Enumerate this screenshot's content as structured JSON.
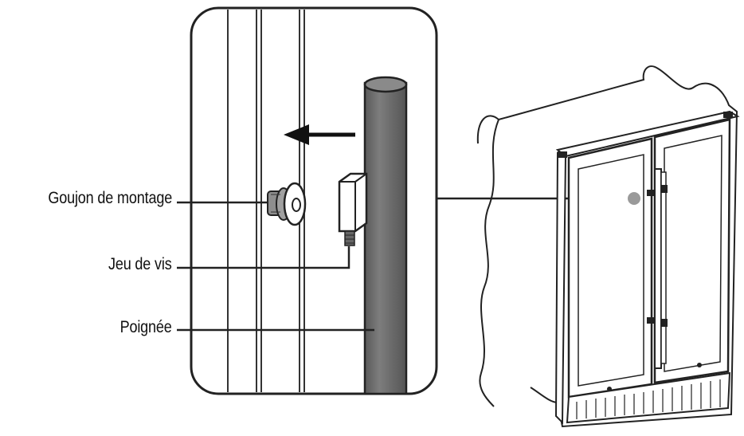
{
  "callouts": {
    "goujon": "Goujon de montage",
    "vis": "Jeu de vis",
    "poignee": "Poignée"
  },
  "colors": {
    "outline": "#222222",
    "handle_fill": "#6f6f6f",
    "pin_fill": "#8e8e8e",
    "marker_dot": "#9a9a9a"
  }
}
